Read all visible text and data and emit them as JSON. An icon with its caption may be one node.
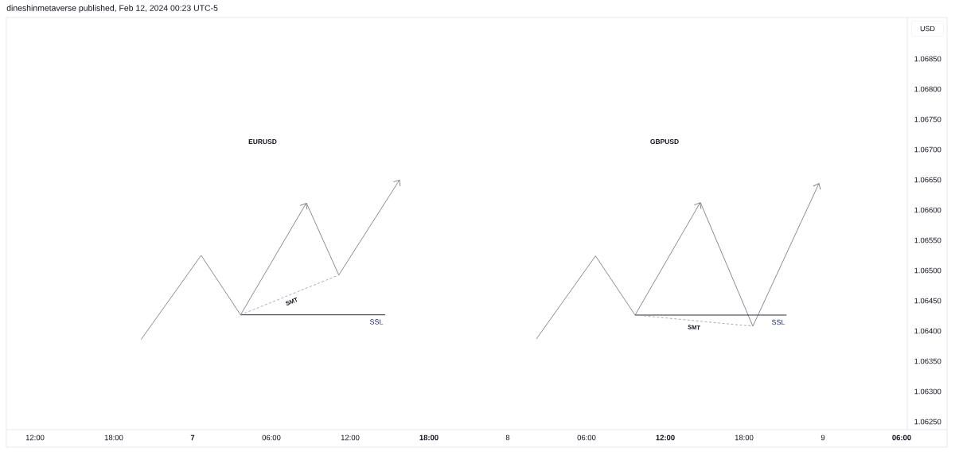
{
  "diagram": {
    "labels": [
      "dineshinmetaverse published, Feb 12, 2024 00:23 UTC-5",
      "USD",
      "1.06850",
      "1.06800",
      "1.06750",
      "1.06700",
      "1.06650",
      "1.06600",
      "1.06550",
      "1.06500",
      "1.06450",
      "1.06400",
      "1.06350",
      "1.06300",
      "1.06250",
      "EURUSD",
      "SMT",
      "SSL",
      "GBPUSD",
      "SMT",
      "SSL",
      "12:00",
      "18:00",
      "7",
      "06:00",
      "12:00",
      "18:00",
      "8",
      "06:00",
      "12:00",
      "18:00",
      "9",
      "06:00"
    ]
  }
}
